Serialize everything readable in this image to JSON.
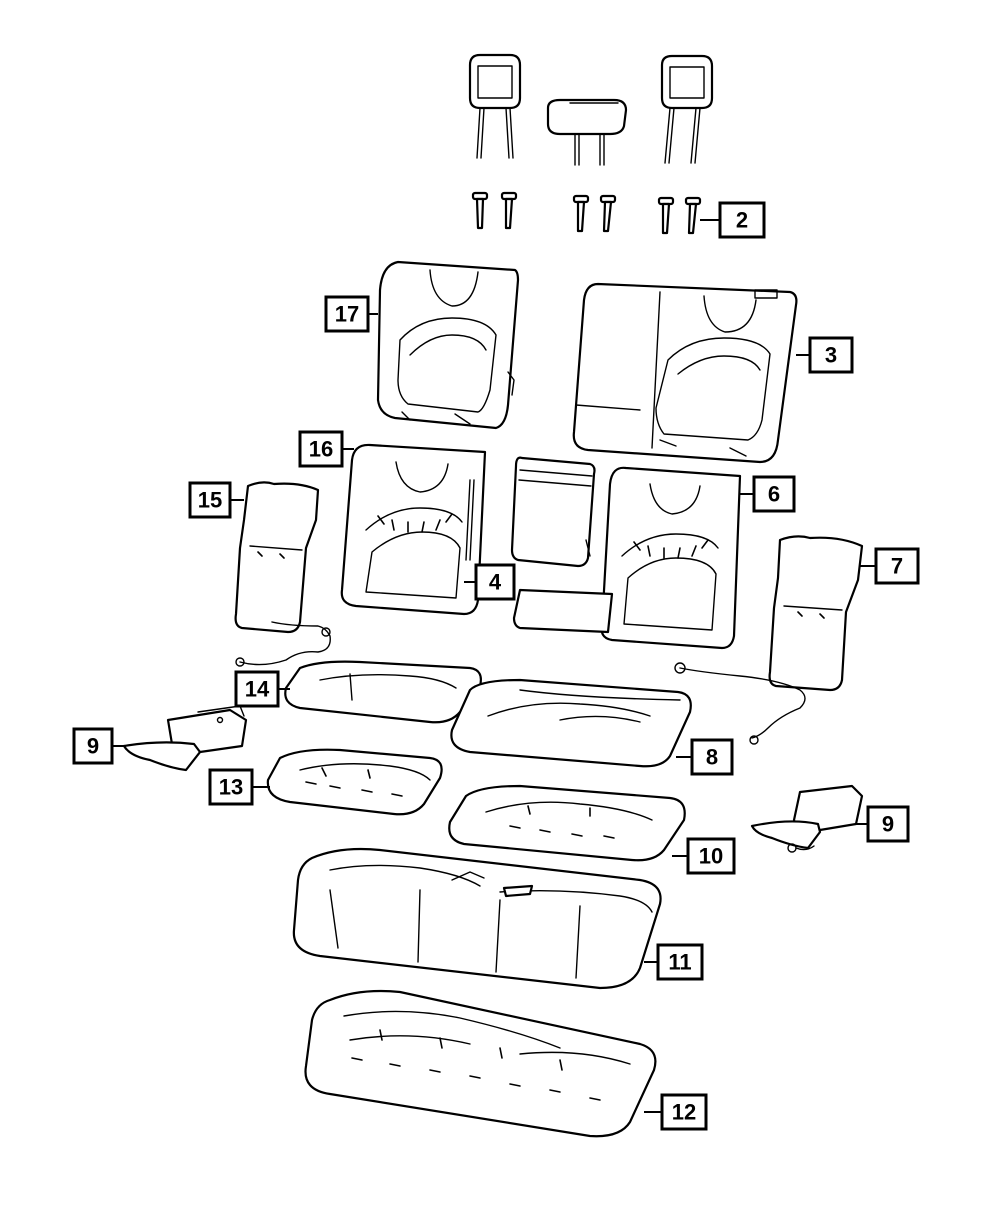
{
  "callouts": [
    {
      "id": "c2",
      "label": "2"
    },
    {
      "id": "c17",
      "label": "17"
    },
    {
      "id": "c3",
      "label": "3"
    },
    {
      "id": "c16",
      "label": "16"
    },
    {
      "id": "c15",
      "label": "15"
    },
    {
      "id": "c6",
      "label": "6"
    },
    {
      "id": "c4",
      "label": "4"
    },
    {
      "id": "c7",
      "label": "7"
    },
    {
      "id": "c14",
      "label": "14"
    },
    {
      "id": "c9a",
      "label": "9"
    },
    {
      "id": "c8",
      "label": "8"
    },
    {
      "id": "c13",
      "label": "13"
    },
    {
      "id": "c9b",
      "label": "9"
    },
    {
      "id": "c10",
      "label": "10"
    },
    {
      "id": "c11",
      "label": "11"
    },
    {
      "id": "c12",
      "label": "12"
    }
  ]
}
